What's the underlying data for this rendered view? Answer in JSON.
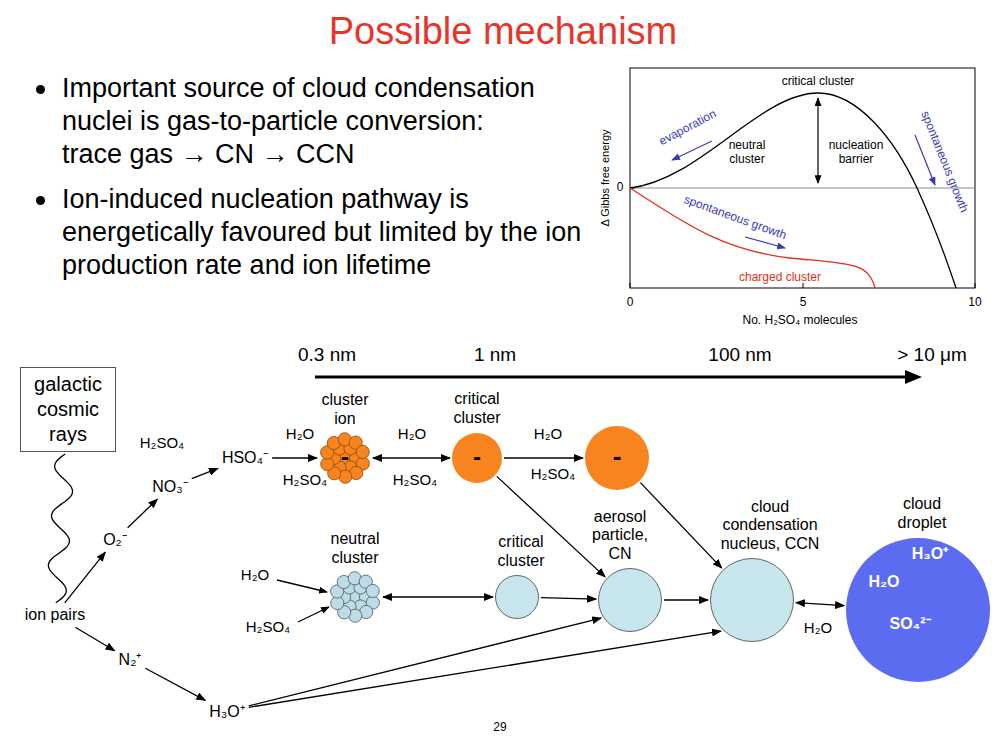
{
  "diagram": {
    "title": "Possible mechanism",
    "nodes": [
      {
        "text": [
          "galactic cosmic rays"
        ]
      },
      {
        "text": [
          "cluster ion",
          "-"
        ]
      },
      {
        "text": [
          "critical cluster",
          "-"
        ]
      },
      {
        "text": [
          "-"
        ]
      },
      {
        "text": [
          "HSO₄⁻"
        ]
      },
      {
        "text": [
          "NO₃⁻"
        ]
      },
      {
        "text": [
          "O₂⁻"
        ]
      },
      {
        "text": [
          "ion pairs"
        ]
      },
      {
        "text": [
          "neutral cluster"
        ]
      },
      {
        "text": [
          "critical cluster"
        ]
      },
      {
        "text": [
          "aerosol particle, CN"
        ]
      },
      {
        "text": [
          "cloud condensation nucleus, CCN"
        ]
      },
      {
        "text": [
          "cloud droplet",
          "H₃O⁺",
          "H₂O",
          "SO₄²⁻"
        ]
      },
      {
        "text": [
          "N₂⁺"
        ]
      },
      {
        "text": [
          "H₃O⁺"
        ]
      }
    ],
    "edges": [
      {
        "from": 0,
        "to": 7,
        "arrow": "none"
      },
      {
        "from": 7,
        "to": 6,
        "arrow": "to"
      },
      {
        "from": 6,
        "to": 5,
        "arrow": "to"
      },
      {
        "from": 5,
        "to": 4,
        "arrow": "to",
        "label": "H₂SO₄"
      },
      {
        "from": 4,
        "to": 1,
        "arrow": "to",
        "label": "H₂O"
      },
      {
        "from": 1,
        "to": 2,
        "arrow": "both",
        "label": "H₂O"
      },
      {
        "from": 2,
        "to": 3,
        "arrow": "to",
        "label": "H₂O"
      },
      {
        "from": 2,
        "to": 10,
        "arrow": "to"
      },
      {
        "from": 3,
        "to": 11,
        "arrow": "to"
      },
      {
        "from": 8,
        "to": 9,
        "arrow": "both"
      },
      {
        "from": 9,
        "to": 10,
        "arrow": "to"
      },
      {
        "from": 10,
        "to": 11,
        "arrow": "to"
      },
      {
        "from": 11,
        "to": 12,
        "arrow": "both",
        "label": "H₂O"
      },
      {
        "from": 7,
        "to": 13,
        "arrow": "to"
      },
      {
        "from": 13,
        "to": 14,
        "arrow": "to"
      },
      {
        "from": 14,
        "to": 10,
        "arrow": "to"
      },
      {
        "from": 14,
        "to": 11,
        "arrow": "to"
      }
    ],
    "labels": [
      "Important source of cloud condensation nuclei is gas-to-particle conversion:",
      "trace gas → CN → CCN",
      "Ion-induced nucleation pathway is energetically favoured but limited by the ion production rate and ion lifetime",
      "critical cluster",
      "evaporation",
      "neutral cluster",
      "nucleation barrier",
      "spontaneous growth",
      "spontaneous growth",
      "charged cluster",
      "Δ Gibbs free energy",
      "0",
      "0",
      "5",
      "10",
      "No. H₂SO₄ molecules",
      "0.3 nm",
      "1 nm",
      "100 nm",
      "> 10 μm",
      "H₂SO₄",
      "H₂SO₄",
      "H₂SO₄",
      "H₂O",
      "H₂SO₄",
      "29"
    ]
  }
}
